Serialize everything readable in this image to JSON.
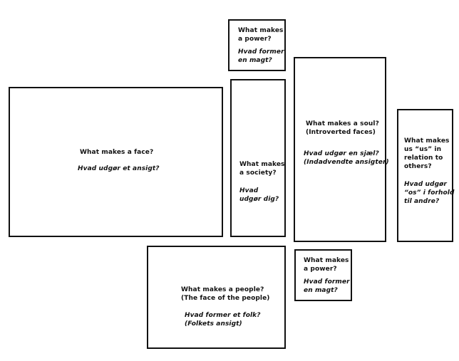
{
  "panels": {
    "power_top": {
      "en": "What makes\na power?",
      "da": "Hvad former\nen magt?"
    },
    "face": {
      "en": "What makes a face?",
      "da": "Hvad udgør et ansigt?"
    },
    "society": {
      "en": "What makes\na society?",
      "da": "Hvad\nudgør dig?"
    },
    "soul": {
      "en": "What makes a soul?\n(Introverted faces)",
      "da": "Hvad udgør en sjæl?\n(Indadvendte ansigter)"
    },
    "us": {
      "en": "What makes\nus “us” in\nrelation to\nothers?",
      "da": "Hvad udgør\n“os” i forhold\ntil andre?"
    },
    "people": {
      "en": "What makes a people?\n(The face of the people)",
      "da": "Hvad former et folk?\n(Folkets ansigt)"
    },
    "power_bottom": {
      "en": "What makes\na power?",
      "da": "Hvad former\nen magt?"
    }
  }
}
